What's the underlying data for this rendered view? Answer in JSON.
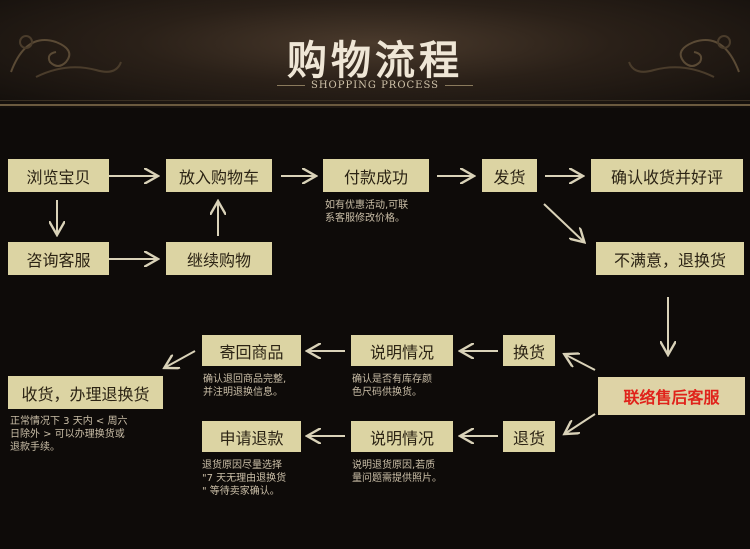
{
  "header": {
    "title": "购物流程",
    "subtitle": "SHOPPING PROCESS"
  },
  "nodes": {
    "browse": "浏览宝贝",
    "add_cart": "放入购物车",
    "pay": "付款成功",
    "ship": "发货",
    "confirm": "确认收货并好评",
    "consult": "咨询客服",
    "continue": "继续购物",
    "unsatisfied": "不满意，退换货",
    "exchange": "换货",
    "explain_exchange": "说明情况",
    "send_back": "寄回商品",
    "receive_refund": "收货，办理退换货",
    "contact_service": "联络售后客服",
    "refund": "退货",
    "explain_refund": "说明情况",
    "apply_refund": "申请退款"
  },
  "notes": {
    "pay_note": [
      "如有优惠活动,可联",
      "系客服修改价格。"
    ],
    "send_back_note": [
      "确认退回商品完整,",
      "并注明退换信息。"
    ],
    "explain_exchange_note": [
      "确认是否有库存颜",
      "色尺码供换货。"
    ],
    "receive_refund_note": [
      "正常情况下 3 天内 < 周六",
      "日除外 > 可以办理换货或",
      "退款手续。"
    ],
    "apply_refund_note": [
      "退货原因尽量选择",
      "\"7 天无理由退换货",
      "\" 等待卖家确认。"
    ],
    "explain_refund_note": [
      "说明退货原因,若质",
      "量问题需提供照片。"
    ]
  },
  "colors": {
    "box": "#dcd4a3",
    "arrow": "#d9d2b8",
    "accent": "#e0231b",
    "background": "#0e0b09"
  }
}
